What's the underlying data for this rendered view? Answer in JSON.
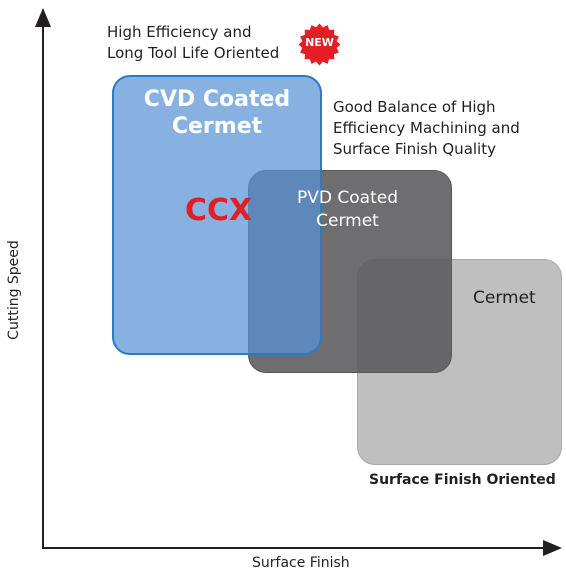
{
  "axes": {
    "x_label": "Surface Finish",
    "y_label": "Cutting Speed"
  },
  "annotations": {
    "top_left": [
      "High Efficiency and",
      "Long Tool Life Oriented"
    ],
    "top_right": [
      "Good Balance of High",
      "Efficiency Machining and",
      "Surface Finish Quality"
    ],
    "bottom_right": "Surface Finish Oriented"
  },
  "badge": {
    "text": "NEW",
    "color": "#e31e24"
  },
  "regions": {
    "cvd": {
      "title": [
        "CVD Coated",
        "Cermet"
      ],
      "product": "CCX",
      "fill": "#5893d5",
      "border": "#2c7ac6",
      "product_color": "#e31e24"
    },
    "pvd": {
      "title": [
        "PVD Coated",
        "Cermet"
      ],
      "fill": "#5a5a5c"
    },
    "cermet": {
      "title": "Cermet",
      "fill": "#bfbfc0"
    }
  }
}
